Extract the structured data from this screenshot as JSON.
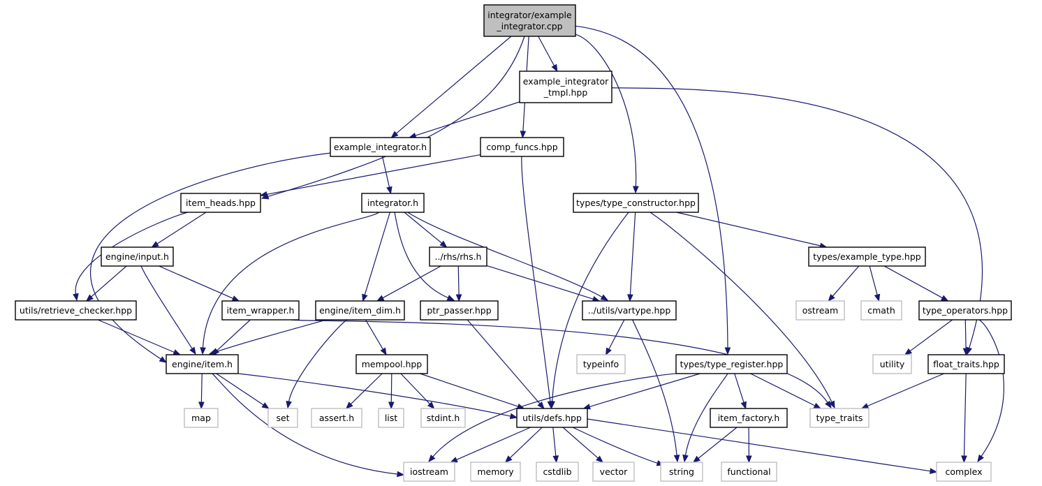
{
  "colors": {
    "edge": "#191970",
    "root_fill": "#bfbfbf",
    "root_stroke": "#000000",
    "local_stroke": "#000000",
    "external_stroke": "#bfbfbf",
    "external_text": "#5a5a5a"
  },
  "nodes": [
    {
      "id": "root",
      "label": [
        "integrator/example",
        "_integrator.cpp"
      ],
      "kind": "root"
    },
    {
      "id": "tmpl",
      "label": [
        "example_integrator",
        "_tmpl.hpp"
      ],
      "kind": "local"
    },
    {
      "id": "exh",
      "label": [
        "example_integrator.h"
      ],
      "kind": "local"
    },
    {
      "id": "compf",
      "label": [
        "comp_funcs.hpp"
      ],
      "kind": "local"
    },
    {
      "id": "heads",
      "label": [
        "item_heads.hpp"
      ],
      "kind": "local"
    },
    {
      "id": "integ",
      "label": [
        "integrator.h"
      ],
      "kind": "local"
    },
    {
      "id": "tcons",
      "label": [
        "types/type_constructor.hpp"
      ],
      "kind": "local"
    },
    {
      "id": "input",
      "label": [
        "engine/input.h"
      ],
      "kind": "local"
    },
    {
      "id": "rhs",
      "label": [
        "../rhs/rhs.h"
      ],
      "kind": "local"
    },
    {
      "id": "extype",
      "label": [
        "types/example_type.hpp"
      ],
      "kind": "local"
    },
    {
      "id": "retr",
      "label": [
        "utils/retrieve_checker.hpp"
      ],
      "kind": "local"
    },
    {
      "id": "wrap",
      "label": [
        "item_wrapper.h"
      ],
      "kind": "local"
    },
    {
      "id": "idim",
      "label": [
        "engine/item_dim.h"
      ],
      "kind": "local"
    },
    {
      "id": "ptrp",
      "label": [
        "ptr_passer.hpp"
      ],
      "kind": "local"
    },
    {
      "id": "vart",
      "label": [
        "../utils/vartype.hpp"
      ],
      "kind": "local"
    },
    {
      "id": "ostream",
      "label": [
        "ostream"
      ],
      "kind": "external"
    },
    {
      "id": "cmath",
      "label": [
        "cmath"
      ],
      "kind": "external"
    },
    {
      "id": "tops",
      "label": [
        "type_operators.hpp"
      ],
      "kind": "local"
    },
    {
      "id": "item",
      "label": [
        "engine/item.h"
      ],
      "kind": "local"
    },
    {
      "id": "mempool",
      "label": [
        "mempool.hpp"
      ],
      "kind": "local"
    },
    {
      "id": "typeinfo",
      "label": [
        "typeinfo"
      ],
      "kind": "external"
    },
    {
      "id": "treg",
      "label": [
        "types/type_register.hpp"
      ],
      "kind": "local"
    },
    {
      "id": "utility",
      "label": [
        "utility"
      ],
      "kind": "external"
    },
    {
      "id": "ftraits",
      "label": [
        "float_traits.hpp"
      ],
      "kind": "local"
    },
    {
      "id": "map",
      "label": [
        "map"
      ],
      "kind": "external"
    },
    {
      "id": "set",
      "label": [
        "set"
      ],
      "kind": "external"
    },
    {
      "id": "assert",
      "label": [
        "assert.h"
      ],
      "kind": "external"
    },
    {
      "id": "list",
      "label": [
        "list"
      ],
      "kind": "external"
    },
    {
      "id": "stdint",
      "label": [
        "stdint.h"
      ],
      "kind": "external"
    },
    {
      "id": "defs",
      "label": [
        "utils/defs.hpp"
      ],
      "kind": "local"
    },
    {
      "id": "ifact",
      "label": [
        "item_factory.h"
      ],
      "kind": "local"
    },
    {
      "id": "ttraits",
      "label": [
        "type_traits"
      ],
      "kind": "external"
    },
    {
      "id": "iostream",
      "label": [
        "iostream"
      ],
      "kind": "external"
    },
    {
      "id": "memory",
      "label": [
        "memory"
      ],
      "kind": "external"
    },
    {
      "id": "cstdlib",
      "label": [
        "cstdlib"
      ],
      "kind": "external"
    },
    {
      "id": "vector",
      "label": [
        "vector"
      ],
      "kind": "external"
    },
    {
      "id": "string",
      "label": [
        "string"
      ],
      "kind": "external"
    },
    {
      "id": "functional",
      "label": [
        "functional"
      ],
      "kind": "external"
    },
    {
      "id": "complex",
      "label": [
        "complex"
      ],
      "kind": "external"
    }
  ],
  "edges": [
    [
      "root",
      "tmpl"
    ],
    [
      "root",
      "exh"
    ],
    [
      "root",
      "compf"
    ],
    [
      "root",
      "heads"
    ],
    [
      "root",
      "tcons"
    ],
    [
      "root",
      "treg"
    ],
    [
      "tmpl",
      "exh"
    ],
    [
      "tmpl",
      "ftraits"
    ],
    [
      "exh",
      "integ"
    ],
    [
      "exh",
      "item"
    ],
    [
      "compf",
      "heads"
    ],
    [
      "compf",
      "defs"
    ],
    [
      "heads",
      "input"
    ],
    [
      "heads",
      "retr"
    ],
    [
      "integ",
      "rhs"
    ],
    [
      "integ",
      "idim"
    ],
    [
      "integ",
      "ptrp"
    ],
    [
      "integ",
      "vart"
    ],
    [
      "integ",
      "item"
    ],
    [
      "tcons",
      "extype"
    ],
    [
      "tcons",
      "vart"
    ],
    [
      "tcons",
      "defs"
    ],
    [
      "tcons",
      "ttraits"
    ],
    [
      "input",
      "retr"
    ],
    [
      "input",
      "wrap"
    ],
    [
      "input",
      "item"
    ],
    [
      "rhs",
      "idim"
    ],
    [
      "rhs",
      "ptrp"
    ],
    [
      "rhs",
      "vart"
    ],
    [
      "extype",
      "ostream"
    ],
    [
      "extype",
      "cmath"
    ],
    [
      "extype",
      "tops"
    ],
    [
      "retr",
      "item"
    ],
    [
      "wrap",
      "item"
    ],
    [
      "wrap",
      "ttraits"
    ],
    [
      "idim",
      "item"
    ],
    [
      "idim",
      "mempool"
    ],
    [
      "idim",
      "set"
    ],
    [
      "ptrp",
      "defs"
    ],
    [
      "vart",
      "typeinfo"
    ],
    [
      "vart",
      "string"
    ],
    [
      "tops",
      "utility"
    ],
    [
      "tops",
      "ftraits"
    ],
    [
      "tops",
      "complex"
    ],
    [
      "item",
      "map"
    ],
    [
      "item",
      "set"
    ],
    [
      "item",
      "defs"
    ],
    [
      "item",
      "iostream"
    ],
    [
      "mempool",
      "assert"
    ],
    [
      "mempool",
      "list"
    ],
    [
      "mempool",
      "stdint"
    ],
    [
      "mempool",
      "defs"
    ],
    [
      "treg",
      "defs"
    ],
    [
      "treg",
      "ifact"
    ],
    [
      "treg",
      "ttraits"
    ],
    [
      "treg",
      "string"
    ],
    [
      "treg",
      "iostream"
    ],
    [
      "ftraits",
      "ttraits"
    ],
    [
      "ftraits",
      "complex"
    ],
    [
      "defs",
      "iostream"
    ],
    [
      "defs",
      "memory"
    ],
    [
      "defs",
      "cstdlib"
    ],
    [
      "defs",
      "vector"
    ],
    [
      "defs",
      "string"
    ],
    [
      "defs",
      "complex"
    ],
    [
      "ifact",
      "string"
    ],
    [
      "ifact",
      "functional"
    ]
  ]
}
